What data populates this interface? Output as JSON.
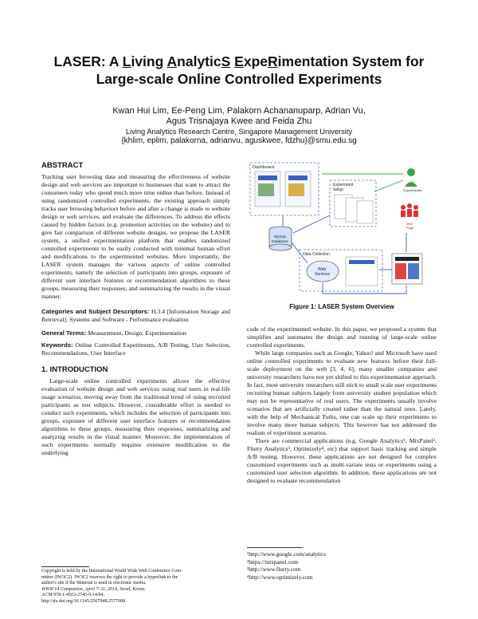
{
  "title": {
    "line1_prefix": "LASER: A ",
    "l": "L",
    "iving": "iving ",
    "a": "A",
    "nalytic": "nalytic",
    "s": "S",
    "space": " ",
    "e": "E",
    "xpe": "xpe",
    "r": "R",
    "imentation": "imentation System for",
    "line2": "Large-scale Online Controlled Experiments"
  },
  "authors": {
    "line1": "Kwan Hui Lim, Ee-Peng Lim, Palakorn Achananuparp, Adrian Vu,",
    "line2": "Agus Trisnajaya Kwee and Feida Zhu",
    "affiliation": "Living Analytics Research Centre, Singapore Management University",
    "emails": "{khlim, eplim, palakorna, adrianvu, aguskwee, fdzhu}@smu.edu.sg"
  },
  "abstract": {
    "heading": "ABSTRACT",
    "text": "Tracking user browsing data and measuring the effectiveness of website design and web services are important to businesses that want to attract the consumers today who spend much more time online than before. Instead of using randomized controlled experiments, the existing approach simply tracks user browsing behaviors before and after a change is made to website design or web services, and evaluate the differences. To address the effects caused by hidden factors (e.g. promotion activities on the website) and to give fair comparison of different website designs, we propose the LASER system, a unified experimentation platform that enables randomized controlled experiments to be easily conducted with minimal human effort and modifications to the experimented websites. More importantly, the LASER system manages the various aspects of online controlled experiments, namely the selection of participants into groups, exposure of different user interface features or recommendation algorithms to these groups, measuring their responses, and summarizing the results in the visual manner."
  },
  "categories": {
    "label": "Categories and Subject Descriptors:",
    "text": " H.3.4 [Information Storage and Retrieval]: Systems and Software - Performance evaluation"
  },
  "general": {
    "label": "General Terms:",
    "text": " Measurement, Design, Experimentation"
  },
  "keywords": {
    "label": "Keywords:",
    "text": " Online Controlled Experiments, A/B Testing, User Selection, Recommendations, User Interface"
  },
  "intro": {
    "heading": "1.  INTRODUCTION",
    "p1": "Large-scale online controlled experiments allows the effective evaluation of website design and web services using real users in real-life usage scenarios, moving away from the traditional trend of using recruited participants as test subjects. However, considerable effort is needed to conduct such experiments, which includes the selection of participants into groups, exposure of different user interface features or recommendation algorithms to these groups, measuring their responses, summarizing and analyzing results in the visual manner. Moreover, the implementation of such experiments normally requires extensive modification to the underlying"
  },
  "copyright": [
    "Copyright is held by the International World Wide Web Conference Com-",
    "mittee (IW3C2). IW3C2 reserves the right to provide a hyperlink to the",
    "author's site if the Material is used in electronic media.",
    "WWW'14 Companion, April 7–11, 2014, Seoul, Korea.",
    "ACM 978-1-4503-2745-9/14/04.",
    "http://dx.doi.org/10.1145/2567948.2577008."
  ],
  "figure": {
    "caption": "Figure 1: LASER System Overview",
    "dashboard": "Dashboard",
    "experiment_setup": "Experiment\nSetup",
    "mysql": "MySQL\nDatabase",
    "data_collection": "Data Collection",
    "web_services": "Web\nServices",
    "experimenter": "Experimenter",
    "web_page": "Web\nPage",
    "users_label": "Real-world Users"
  },
  "right": {
    "p1": "code of the experimented website. In this paper, we proposed a system that simplifies and automates the design and running of large-scale online controlled experiments.",
    "p2": "While large companies such as Google, Yahoo! and Microsoft have used online controlled experiments to evaluate new features before their full-scale deployment on the web [3, 4, 6], many smaller companies and university researchers have not yet shifted to this experimentation approach. In fact, most university researchers still stick to small scale user experiments recruiting human subjects largely from university student population which may not be representative of real users. The experiments usually involve scenarios that are artificially created rather than the natural ones. Lately, with the help of Mechanical Turks, one can scale up their experiments to involve many more human subjects. This however has not addressed the realism of experiment scenarios.",
    "p3": "There are commercial applications (e.g. Google Analytics¹, MixPanel², Flurry Analytics³, Optimizely⁴, etc) that support basic tracking and simple A/B testing. However, these applications are not designed for complex customized experiments such as multi-variate tests or experiments using a customized user selection algorithm. In addition, these applications are not designed to evaluate recommendation"
  },
  "footnotes": [
    "¹http://www.google.com/analytics",
    "²https://mixpanel.com",
    "³http://www.flurry.com",
    "⁴http://www.optimizely.com"
  ]
}
